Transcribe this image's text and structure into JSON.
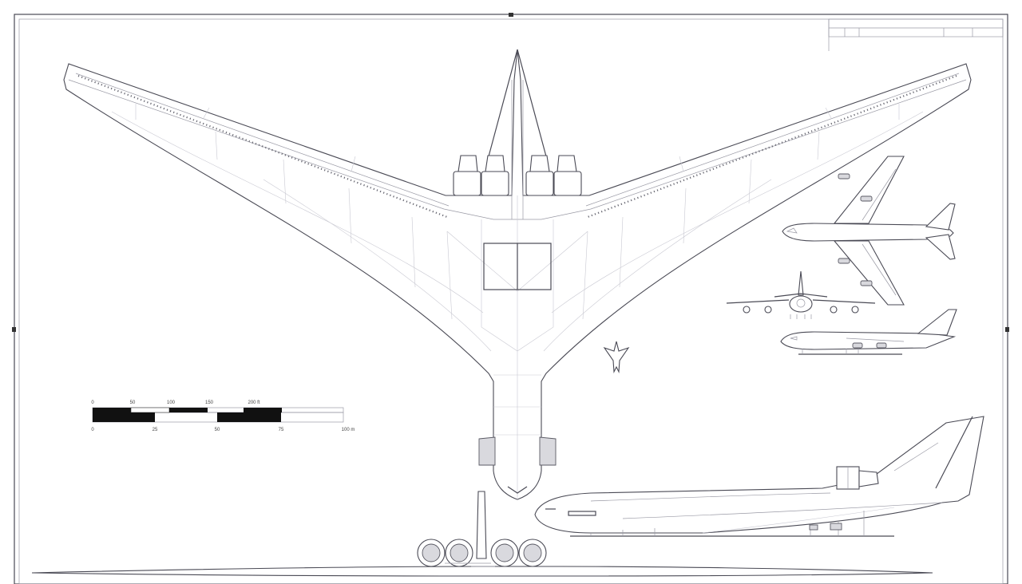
{
  "title_block": {
    "header": "",
    "cells": [
      "",
      "",
      "",
      "",
      ""
    ]
  },
  "scale_bar": {
    "feet_labels": [
      "0",
      "50",
      "100",
      "150",
      "200 ft"
    ],
    "meter_labels": [
      "0",
      "25",
      "50",
      "75",
      "100 m"
    ]
  },
  "views": [
    "top-view",
    "side-view",
    "front-view",
    "mini-top-view",
    "mini-front-view",
    "mini-side-view",
    "silhouette"
  ]
}
